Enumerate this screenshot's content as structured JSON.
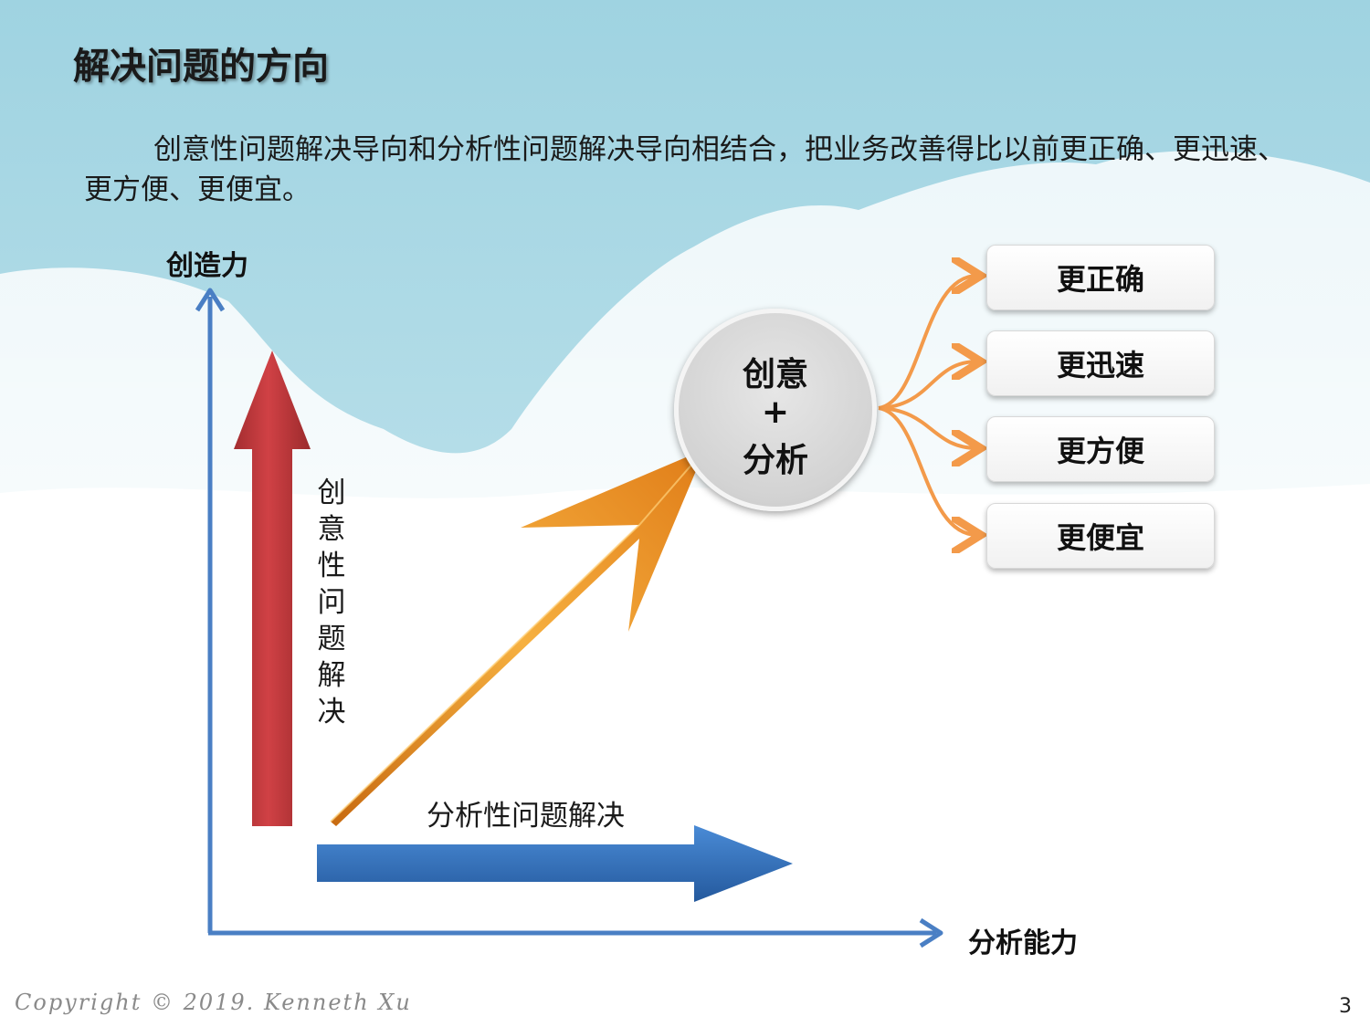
{
  "slide": {
    "title": "解决问题的方向",
    "intro": "创意性问题解决导向和分析性问题解决导向相结合，把业务改善得比以前更正确、更迅速、更方便、更便宜。"
  },
  "diagram": {
    "y_axis_label": "创造力",
    "x_axis_label": "分析能力",
    "vertical_arrow_text": "创意性问题解决",
    "horizontal_arrow_text": "分析性问题解决",
    "circle_lines": [
      "创意",
      "+",
      "分析"
    ],
    "results": [
      "更正确",
      "更迅速",
      "更方便",
      "更便宜"
    ],
    "colors": {
      "axis": "#4a7fc4",
      "creative_arrow": "#c0393b",
      "analytic_arrow": "#2f6fbd",
      "combo_arrow": "#f0a030",
      "branch": "#f39a4a",
      "sky": "#a5d6e3"
    }
  },
  "footer": {
    "copyright": "Copyright © 2019. Kenneth Xu",
    "page_number": "3"
  }
}
